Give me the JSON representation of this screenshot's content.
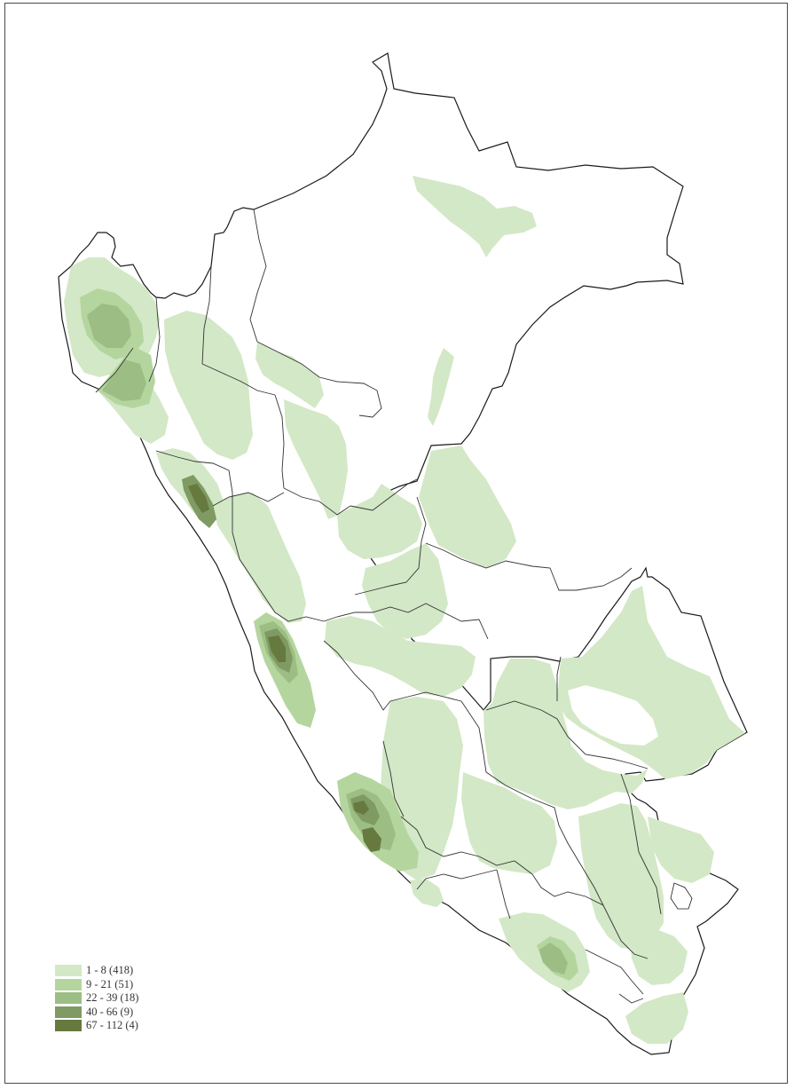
{
  "legend": {
    "classes": [
      {
        "label": "1 - 8 (418)",
        "color": "#d3e8c6"
      },
      {
        "label": "9 - 21 (51)",
        "color": "#b4d69e"
      },
      {
        "label": "22 - 39 (18)",
        "color": "#9cbd84"
      },
      {
        "label": "40 -  66 (9)",
        "color": "#7f9a62"
      },
      {
        "label": "67 - 112 (4)",
        "color": "#66793f"
      }
    ]
  },
  "colors": {
    "outline": "#1a1a1a",
    "inner_border": "#333333",
    "background": "#ffffff"
  }
}
